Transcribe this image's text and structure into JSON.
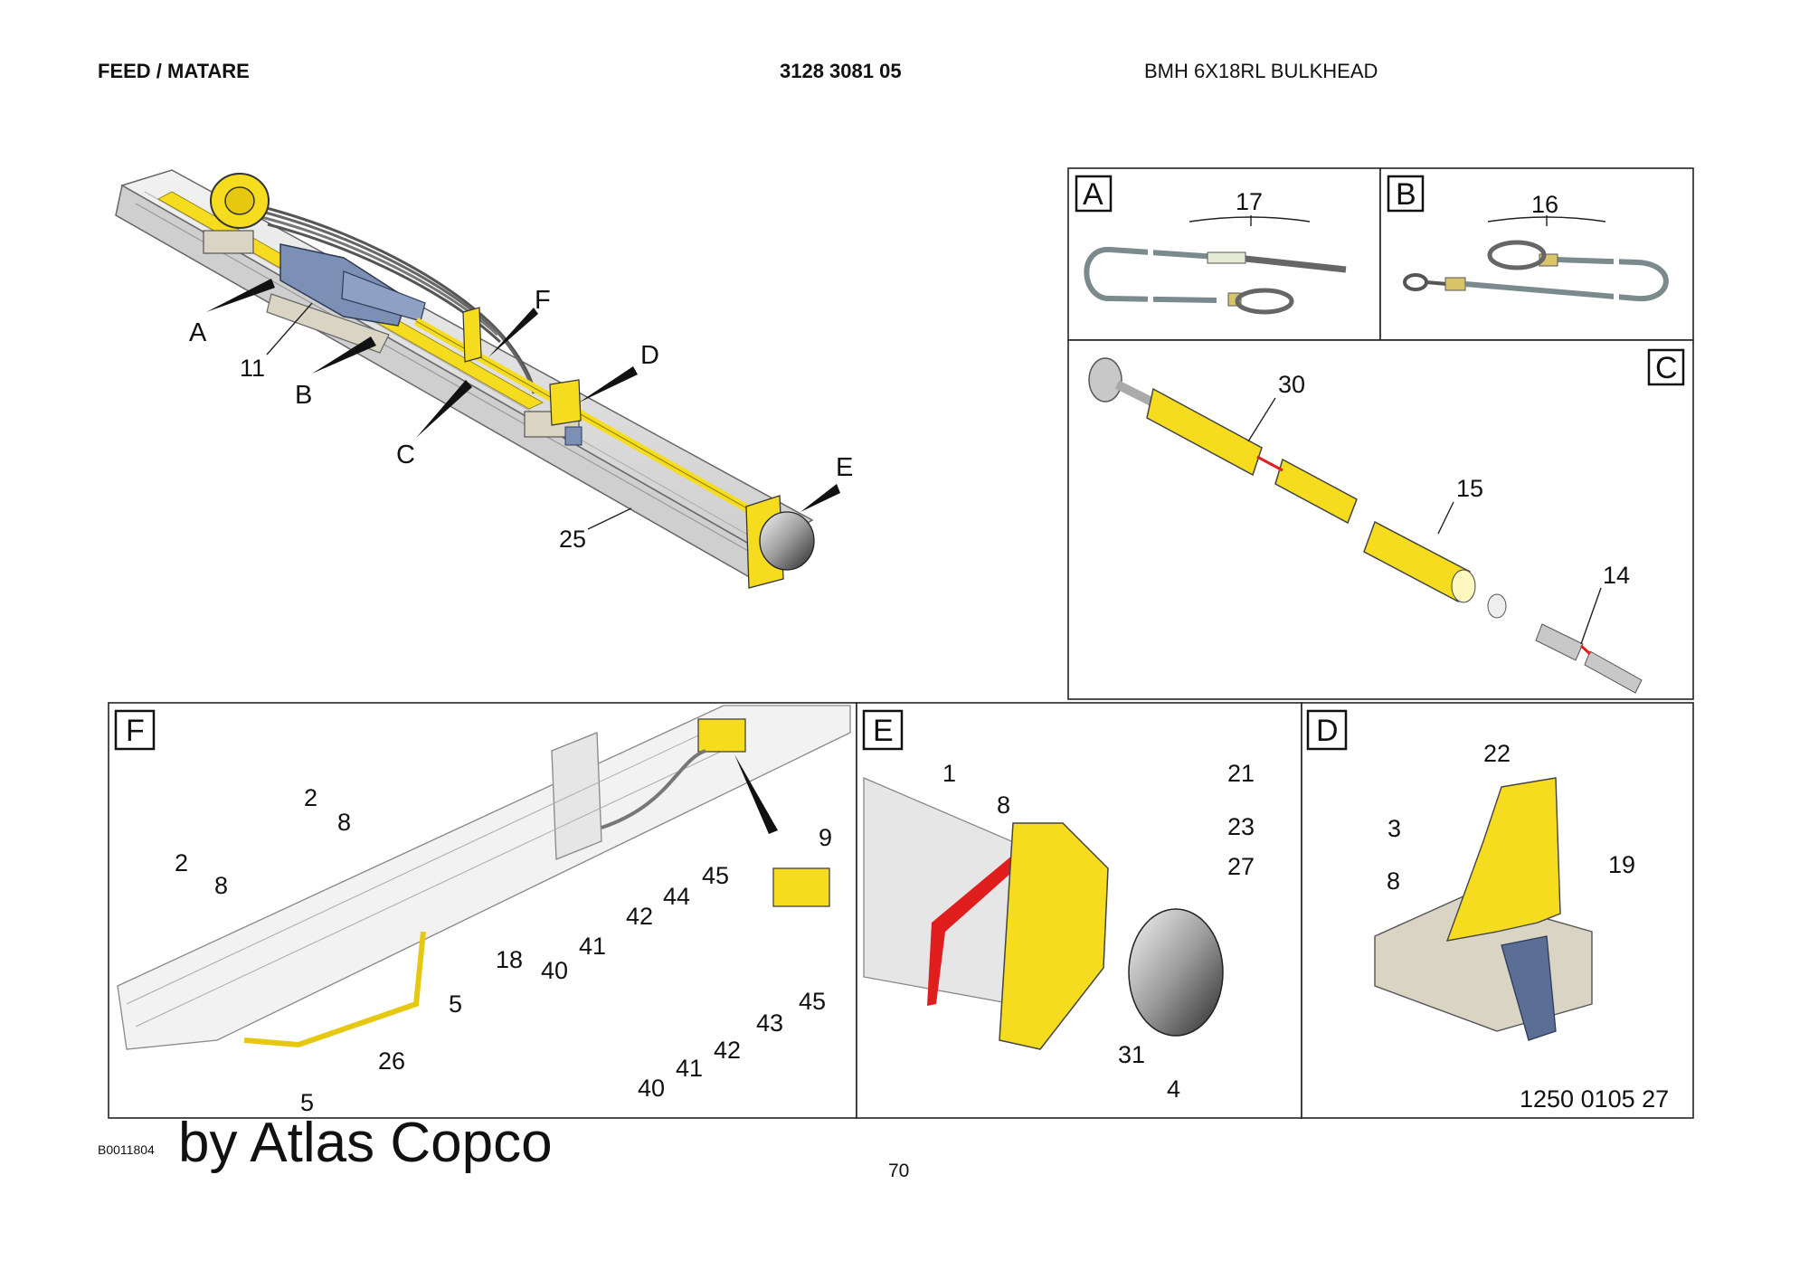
{
  "header": {
    "section": "FEED / MATARE",
    "part_number": "3128 3081 05",
    "model": "BMH 6X18RL BULKHEAD"
  },
  "overview": {
    "view_letters": [
      "A",
      "B",
      "C",
      "D",
      "E",
      "F"
    ],
    "callouts": [
      "11",
      "25"
    ]
  },
  "panels": {
    "A": {
      "label": "A",
      "callouts": [
        "17"
      ]
    },
    "B": {
      "label": "B",
      "callouts": [
        "16"
      ]
    },
    "C": {
      "label": "C",
      "callouts": [
        "30",
        "15",
        "14"
      ]
    },
    "F": {
      "label": "F",
      "callouts": [
        "2",
        "8",
        "2",
        "8",
        "9",
        "45",
        "44",
        "42",
        "41",
        "40",
        "18",
        "5",
        "26",
        "5",
        "45",
        "43",
        "42",
        "41",
        "40"
      ]
    },
    "E": {
      "label": "E",
      "callouts": [
        "1",
        "8",
        "21",
        "23",
        "27",
        "31",
        "4"
      ]
    },
    "D": {
      "label": "D",
      "callouts": [
        "22",
        "3",
        "8",
        "19"
      ],
      "drawing_number": "1250 0105 27"
    }
  },
  "footer": {
    "code": "B0011804",
    "brand": "by Atlas Copco",
    "page": "70"
  },
  "colors": {
    "yellow": "#f5dc1e",
    "blue_grey": "#7c8fb5",
    "red": "#e01e1e",
    "light_grey": "#dcdcdc",
    "line": "#222222"
  }
}
